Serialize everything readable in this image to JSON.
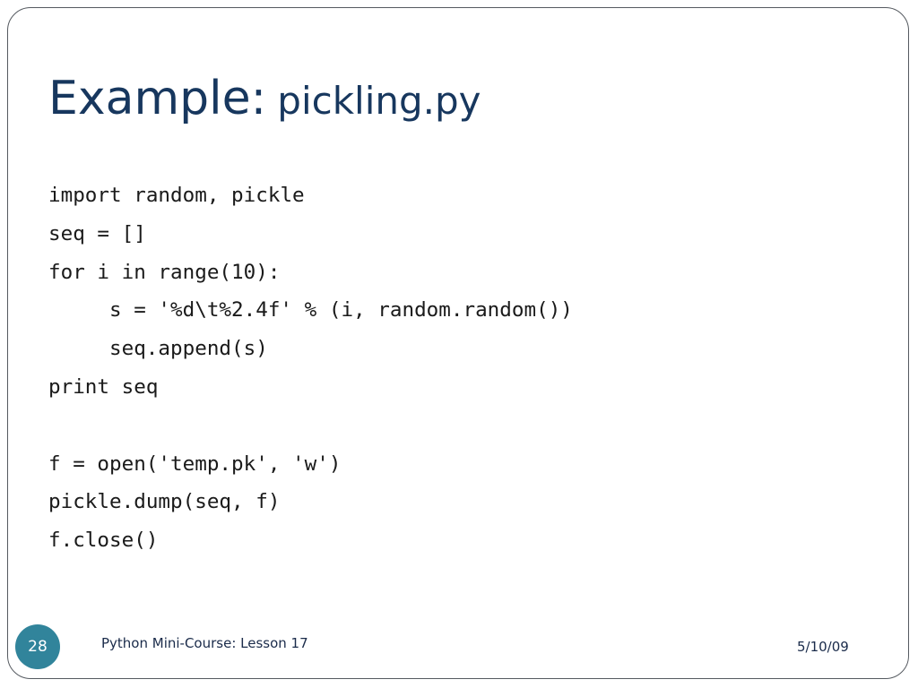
{
  "slide": {
    "title_prefix": "Example:",
    "title_file": "pickling.py",
    "code_lines": [
      {
        "text": "import random, pickle",
        "indent": false
      },
      {
        "text": "seq = []",
        "indent": false
      },
      {
        "text": "for i in range(10):",
        "indent": false
      },
      {
        "text": "s = '%d\\t%2.4f' % (i, random.random())",
        "indent": true
      },
      {
        "text": "seq.append(s)",
        "indent": true
      },
      {
        "text": "print seq",
        "indent": false
      },
      {
        "text": "",
        "indent": false
      },
      {
        "text": "f = open('temp.pk', 'w')",
        "indent": false
      },
      {
        "text": "pickle.dump(seq, f)",
        "indent": false
      },
      {
        "text": "f.close()",
        "indent": false
      }
    ]
  },
  "footer": {
    "slide_number": "28",
    "course": "Python Mini-Course: Lesson 17",
    "date": "5/10/09"
  },
  "colors": {
    "title": "#17375e",
    "badge": "#31849b",
    "border": "#555a60"
  }
}
